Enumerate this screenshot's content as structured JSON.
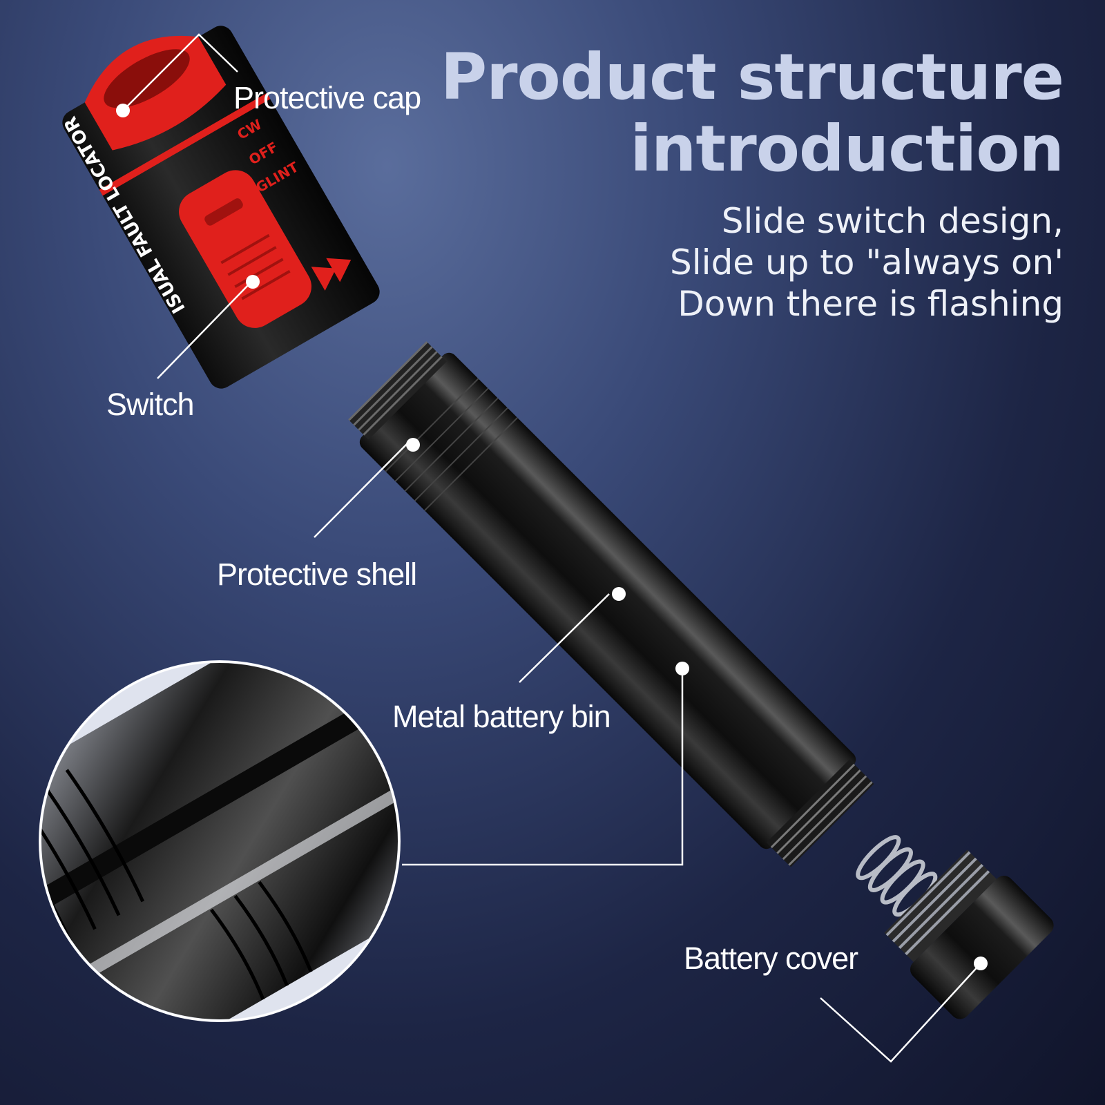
{
  "heading": {
    "line1": "Product structure",
    "line2": "introduction"
  },
  "description": {
    "line1": "Slide switch design,",
    "line2": "Slide up to \"always on'",
    "line3": "Down there is flashing"
  },
  "callouts": {
    "protective_cap": "Protective cap",
    "switch": "Switch",
    "protective_shell": "Protective shell",
    "metal_battery_bin": "Metal battery bin",
    "battery_cover": "Battery cover"
  },
  "device_print": {
    "brand_text": "ISUAL FAULT LOCATOR",
    "mode_cw": "CW",
    "mode_off": "OFF",
    "mode_glint": "GLINT"
  },
  "colors": {
    "accent_red": "#e0201c",
    "body_black": "#161616",
    "callout_line": "#ffffff"
  }
}
